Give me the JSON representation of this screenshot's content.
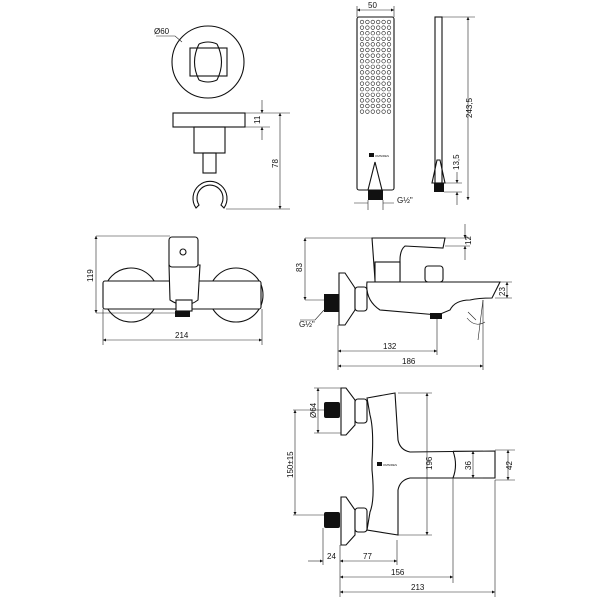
{
  "holder": {
    "diameter": "Ø60",
    "plate_thickness": "11",
    "height": "78"
  },
  "hand_shower": {
    "width": "50",
    "thread": "G½\"",
    "length": "243,5",
    "connector": "13,5",
    "logo": "OMNIRES"
  },
  "mixer_front": {
    "height": "119",
    "width": "214"
  },
  "mixer_side": {
    "height": "83",
    "handle": "12",
    "spout": "23",
    "thread": "G½\"",
    "outlet_depth": "132",
    "depth": "186"
  },
  "mixer_top": {
    "flange_diameter": "Ø64",
    "spacing": "150±15",
    "length": "196",
    "spout_inner": "36",
    "spout_outer": "42",
    "d1": "24",
    "d2": "77",
    "d3": "156",
    "d4": "213",
    "logo": "OMNIRES"
  },
  "colors": {
    "line": "#111111",
    "background": "#ffffff"
  }
}
